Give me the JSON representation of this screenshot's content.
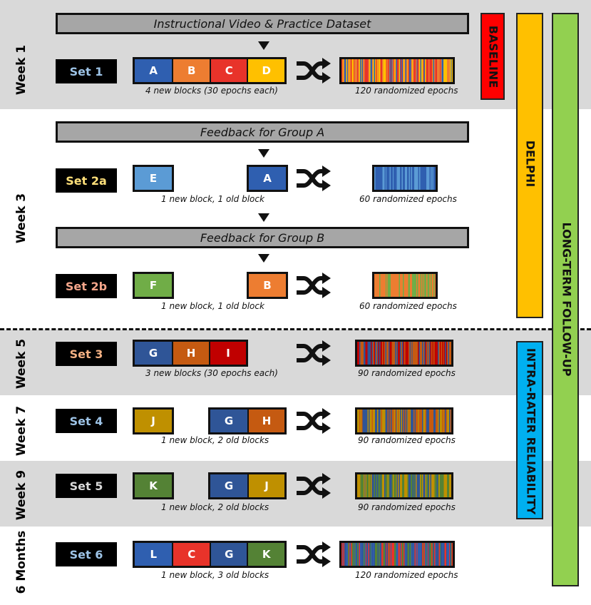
{
  "weeks": {
    "w1": "Week 1",
    "w3": "Week 3",
    "w5": "Week 5",
    "w7": "Week 7",
    "w9": "Week 9",
    "m6": "6 Months"
  },
  "banners": {
    "instructional": "Instructional Video & Practice Dataset",
    "feedback_a": "Feedback for Group A",
    "feedback_b": "Feedback for Group B"
  },
  "sets": [
    {
      "label": "Set 1",
      "color": "#9dc3e6"
    },
    {
      "label": "Set 2a",
      "color": "#ffe07a"
    },
    {
      "label": "Set 2b",
      "color": "#f4a58a"
    },
    {
      "label": "Set 3",
      "color": "#f4b183"
    },
    {
      "label": "Set 4",
      "color": "#9dc3e6"
    },
    {
      "label": "Set 5",
      "color": "#d9d9d9"
    },
    {
      "label": "Set 6",
      "color": "#9dc3e6"
    }
  ],
  "blocks": {
    "A": {
      "label": "A",
      "color": "#2f5fb0"
    },
    "B": {
      "label": "B",
      "color": "#ed7d31"
    },
    "C": {
      "label": "C",
      "color": "#e8332a"
    },
    "D": {
      "label": "D",
      "color": "#ffc000"
    },
    "E": {
      "label": "E",
      "color": "#5b9bd5"
    },
    "F": {
      "label": "F",
      "color": "#70ad47"
    },
    "G": {
      "label": "G",
      "color": "#2f5597"
    },
    "H": {
      "label": "H",
      "color": "#c55a11"
    },
    "I": {
      "label": "I",
      "color": "#c00000"
    },
    "J": {
      "label": "J",
      "color": "#bf9000"
    },
    "K": {
      "label": "K",
      "color": "#548235"
    },
    "L": {
      "label": "L",
      "color": "#2f5fb0"
    }
  },
  "captions": {
    "set1_blocks": "4 new blocks (30 epochs each)",
    "set1_epochs": "120 randomized epochs",
    "set2a_blocks": "1 new block, 1 old block",
    "set2a_epochs": "60 randomized epochs",
    "set2b_blocks": "1 new block, 1 old block",
    "set2b_epochs": "60 randomized epochs",
    "set3_blocks": "3 new blocks (30 epochs each)",
    "set3_epochs": "90 randomized epochs",
    "set4_blocks": "1 new block, 2 old blocks",
    "set4_epochs": "90 randomized epochs",
    "set5_blocks": "1 new block, 2 old blocks",
    "set5_epochs": "90 randomized epochs",
    "set6_blocks": "1 new block, 3 old blocks",
    "set6_epochs": "120 randomized epochs"
  },
  "phases": {
    "baseline": {
      "label": "BASELINE",
      "color": "#ff0000"
    },
    "delphi": {
      "label": "DELPHI",
      "color": "#ffc000"
    },
    "intra": {
      "label": "INTRA-RATER RELIABILITY",
      "color": "#00b0f0"
    },
    "longterm": {
      "label": "LONG-TERM FOLLOW-UP",
      "color": "#92d050"
    }
  }
}
